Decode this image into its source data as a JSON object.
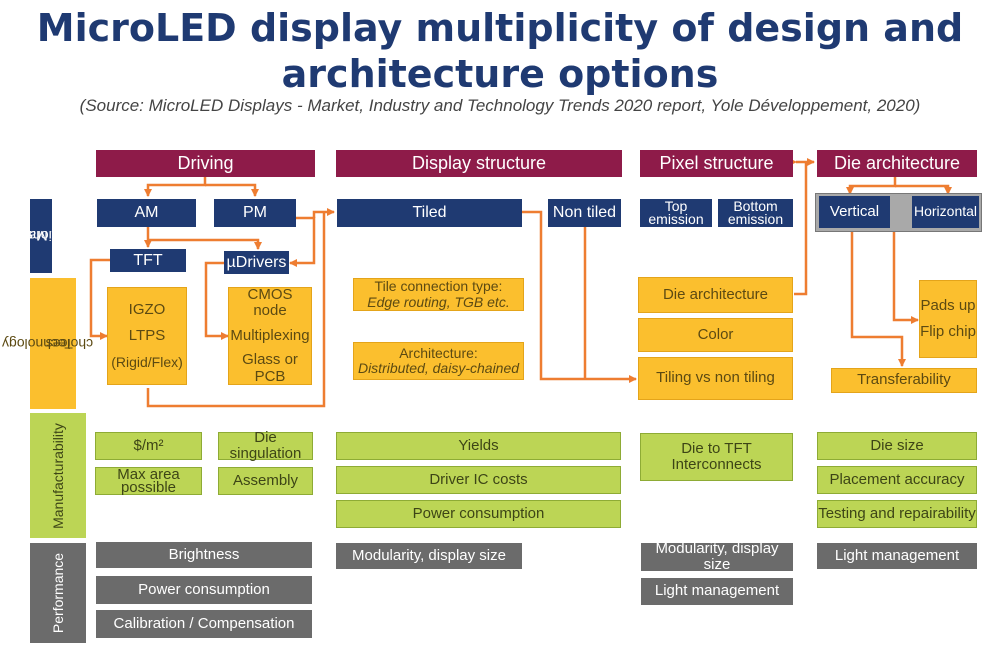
{
  "title_line1": "MicroLED display multiplicity of design and",
  "title_line2": "architecture options",
  "source": "(Source: MicroLED Displays - Market, Industry and Technology Trends 2020 report, Yole Développement, 2020)",
  "rows": {
    "main_options": [
      "Main",
      "options"
    ],
    "technology_choices": [
      "Technology",
      "choices"
    ],
    "manufacturability": "Manufacturability",
    "performance": "Performance"
  },
  "headers": {
    "driving": "Driving",
    "display_structure": "Display structure",
    "pixel_structure": "Pixel structure",
    "die_architecture": "Die architecture"
  },
  "options": {
    "am": "AM",
    "pm": "PM",
    "tft": "TFT",
    "udrivers": "µDrivers",
    "tiled": "Tiled",
    "non_tiled": "Non tiled",
    "top_emission": [
      "Top",
      "emission"
    ],
    "bottom_emission": [
      "Bottom",
      "emission"
    ],
    "vertical": "Vertical",
    "horizontal": "Horizontal"
  },
  "tech": {
    "tft_items": [
      "IGZO",
      "LTPS",
      "(Rigid/Flex)"
    ],
    "udriver_items": [
      "CMOS node",
      "Multiplexing",
      "Glass or",
      "PCB"
    ],
    "tile_connection": "Tile connection type:",
    "tile_connection_detail": "Edge routing, TGB etc.",
    "architecture": "Architecture:",
    "architecture_detail": "Distributed, daisy-chained",
    "die_architecture": "Die architecture",
    "color": "Color",
    "tiling": "Tiling vs non tiling",
    "pads_up": "Pads up",
    "flip_chip": "Flip chip",
    "transferability": "Transferability"
  },
  "manu": {
    "cost_per_area": "$/m²",
    "die_singulation": "Die singulation",
    "max_area": [
      "Max area",
      "possible"
    ],
    "assembly": "Assembly",
    "yields": "Yields",
    "driver_ic_costs": "Driver IC costs",
    "power_consumption": "Power consumption",
    "die_to_tft": [
      "Die to TFT",
      "Interconnects"
    ],
    "die_size": "Die size",
    "placement_accuracy": "Placement accuracy",
    "testing": "Testing and repairability"
  },
  "perf": {
    "brightness": "Brightness",
    "power_consumption": "Power consumption",
    "calibration": "Calibration / Compensation",
    "modularity_display": "Modularity, display size",
    "modularity_pixel": "Modularity, display size",
    "light_management_pixel": "Light management",
    "light_management_die": "Light management"
  },
  "colors": {
    "title": "#1f3a72",
    "header": "#8e1b49",
    "option": "#1f3a72",
    "technology": "#fbbf2e",
    "manufacturability": "#bcd555",
    "performance": "#6b6b6b",
    "connector": "#ee7d31"
  }
}
